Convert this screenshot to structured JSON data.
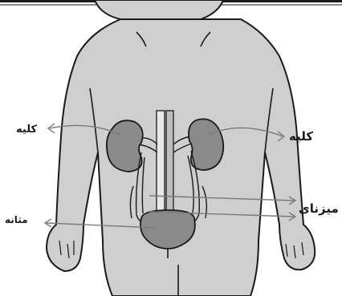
{
  "labels": {
    "kidney_left": "کلیه",
    "kidney_right": "کلیه",
    "ureter": "میزنای",
    "bladder": "مثانه"
  },
  "colors": {
    "body_fill": "#cfcfcf",
    "kidney_fill": "#8a8a8a",
    "outline": "#1a1a1a",
    "arrow": "#7a7a7a"
  }
}
